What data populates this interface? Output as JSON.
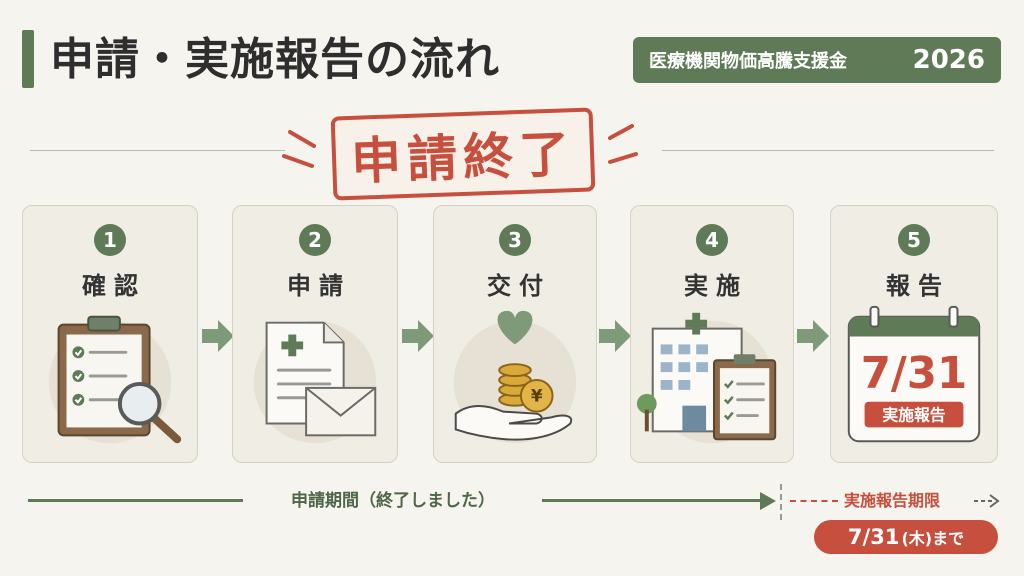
{
  "header": {
    "title": "申請・実施報告の流れ",
    "badge_text": "医療機関物価高騰支援金",
    "badge_year": "2026"
  },
  "stamp": {
    "text": "申請終了"
  },
  "steps": [
    {
      "number": "1",
      "label": "確認",
      "icon": "clipboard-checklist-magnifier-icon"
    },
    {
      "number": "2",
      "label": "申請",
      "icon": "document-envelope-icon"
    },
    {
      "number": "3",
      "label": "交付",
      "icon": "hand-coins-heart-icon"
    },
    {
      "number": "4",
      "label": "実施",
      "icon": "hospital-clipboard-icon"
    },
    {
      "number": "5",
      "label": "報告",
      "icon": "calendar-icon"
    }
  ],
  "calendar": {
    "date": "7/31",
    "caption": "実施報告"
  },
  "timeline": {
    "period_label": "申請期間（終了しました）",
    "deadline_label": "実施報告期限",
    "deadline_date": "7/31",
    "deadline_rest": "(木)まで"
  },
  "colors": {
    "background": "#f6f4ee",
    "green": "#5e7a57",
    "red": "#c64f3e",
    "card": "#f0ede4"
  }
}
